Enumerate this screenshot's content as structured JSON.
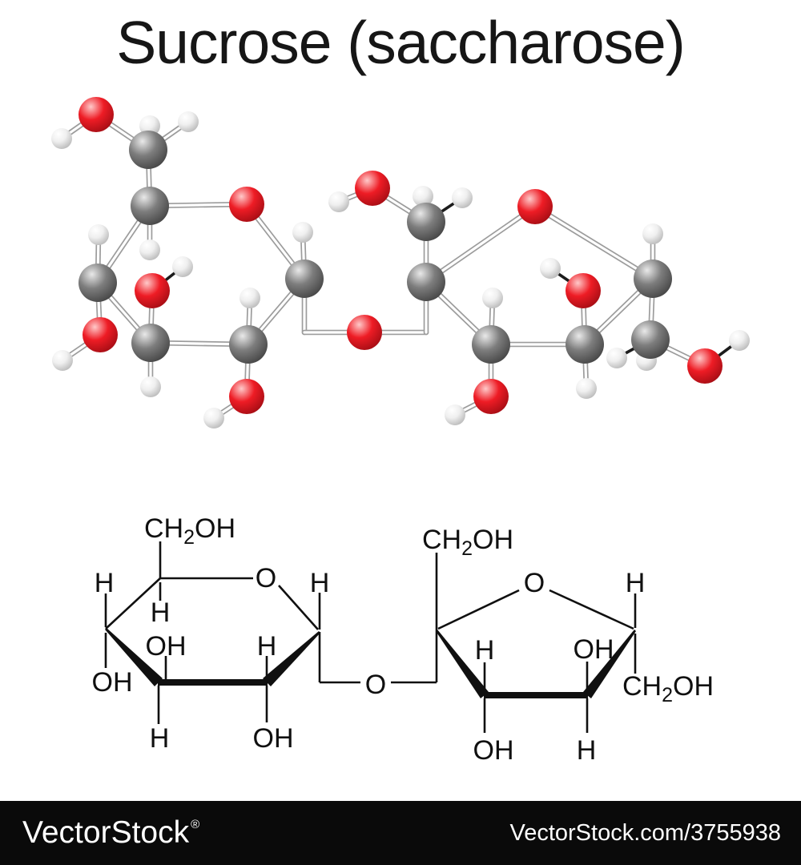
{
  "title": "Sucrose (saccharose)",
  "footer": {
    "brand": "VectorStock",
    "registered": "®",
    "credit": "VectorStock.com/3755938"
  },
  "colors": {
    "background": "#ffffff",
    "title_text": "#161616",
    "footer_bg": "#0a0a0a",
    "footer_text": "#ffffff",
    "formula_ink": "#101010",
    "bond_edge": "#9c9c9c",
    "bond_core": "#ffffff",
    "bond_dark": "#1c1c1c",
    "sphere": {
      "O": [
        "#ffc9c9",
        "#ee1c25",
        "#a50d14"
      ],
      "C": [
        "#e9e9e9",
        "#7d7d7d",
        "#454545"
      ],
      "H": [
        "#ffffff",
        "#efefef",
        "#b9b9b9"
      ]
    }
  },
  "model3d": {
    "radius": {
      "C": 24,
      "O": 22,
      "H": 13
    },
    "atoms": [
      [
        "H",
        77,
        173
      ],
      [
        "O",
        120,
        143
      ],
      [
        "H",
        187,
        157
      ],
      [
        "C",
        185,
        187
      ],
      [
        "H",
        235,
        152
      ],
      [
        "C",
        187,
        257
      ],
      [
        "H",
        187,
        312
      ],
      [
        "O",
        308,
        255
      ],
      [
        "H",
        123,
        293
      ],
      [
        "C",
        122,
        353
      ],
      [
        "O",
        125,
        418
      ],
      [
        "H",
        78,
        450
      ],
      [
        "H",
        228,
        333
      ],
      [
        "O",
        190,
        363
      ],
      [
        "C",
        188,
        428
      ],
      [
        "H",
        188,
        483
      ],
      [
        "H",
        312,
        372
      ],
      [
        "C",
        310,
        430
      ],
      [
        "O",
        308,
        495
      ],
      [
        "H",
        267,
        522
      ],
      [
        "H",
        378,
        290
      ],
      [
        "C",
        380,
        348
      ],
      [
        "O",
        455,
        415
      ],
      [
        "H",
        423,
        252
      ],
      [
        "O",
        465,
        235
      ],
      [
        "H",
        528,
        245
      ],
      [
        "C",
        532,
        277
      ],
      [
        "H",
        577,
        247
      ],
      [
        "C",
        532,
        352
      ],
      [
        "O",
        668,
        258
      ],
      [
        "H",
        615,
        372
      ],
      [
        "C",
        613,
        430
      ],
      [
        "O",
        613,
        495
      ],
      [
        "H",
        568,
        518
      ],
      [
        "H",
        687,
        335
      ],
      [
        "O",
        728,
        363
      ],
      [
        "C",
        730,
        430
      ],
      [
        "H",
        732,
        485
      ],
      [
        "H",
        815,
        292
      ],
      [
        "C",
        815,
        348
      ],
      [
        "H",
        807,
        450
      ],
      [
        "C",
        812,
        424
      ],
      [
        "H",
        770,
        447
      ],
      [
        "O",
        880,
        457
      ],
      [
        "H",
        923,
        425
      ]
    ],
    "bonds": [
      [
        77,
        173,
        120,
        143,
        "t"
      ],
      [
        120,
        143,
        185,
        187,
        "t"
      ],
      [
        185,
        187,
        235,
        152,
        "t"
      ],
      [
        185,
        187,
        187,
        257,
        "t"
      ],
      [
        187,
        257,
        187,
        312,
        "t"
      ],
      [
        187,
        257,
        308,
        255,
        "t"
      ],
      [
        308,
        255,
        380,
        348,
        "t"
      ],
      [
        122,
        353,
        187,
        257,
        "t"
      ],
      [
        122,
        353,
        123,
        293,
        "t"
      ],
      [
        122,
        353,
        125,
        418,
        "t"
      ],
      [
        125,
        418,
        78,
        450,
        "t"
      ],
      [
        122,
        353,
        188,
        428,
        "t"
      ],
      [
        190,
        363,
        188,
        428,
        "t"
      ],
      [
        228,
        333,
        190,
        363,
        "d"
      ],
      [
        188,
        428,
        188,
        483,
        "t"
      ],
      [
        188,
        428,
        310,
        430,
        "t"
      ],
      [
        310,
        430,
        312,
        372,
        "t"
      ],
      [
        310,
        430,
        308,
        495,
        "t"
      ],
      [
        308,
        495,
        267,
        522,
        "t"
      ],
      [
        310,
        430,
        380,
        348,
        "t"
      ],
      [
        380,
        348,
        378,
        290,
        "t"
      ],
      [
        380,
        348,
        380,
        415,
        "t"
      ],
      [
        380,
        415,
        455,
        415,
        "t"
      ],
      [
        455,
        415,
        532,
        415,
        "t"
      ],
      [
        532,
        415,
        532,
        352,
        "t"
      ],
      [
        532,
        352,
        532,
        277,
        "t"
      ],
      [
        532,
        277,
        465,
        235,
        "t"
      ],
      [
        465,
        235,
        423,
        252,
        "t"
      ],
      [
        532,
        277,
        577,
        247,
        "d"
      ],
      [
        532,
        352,
        668,
        258,
        "t"
      ],
      [
        668,
        258,
        815,
        348,
        "t"
      ],
      [
        532,
        352,
        613,
        430,
        "t"
      ],
      [
        613,
        430,
        615,
        372,
        "t"
      ],
      [
        613,
        430,
        613,
        495,
        "t"
      ],
      [
        613,
        495,
        568,
        518,
        "t"
      ],
      [
        613,
        430,
        730,
        430,
        "t"
      ],
      [
        730,
        430,
        732,
        485,
        "t"
      ],
      [
        730,
        430,
        728,
        363,
        "t"
      ],
      [
        728,
        363,
        687,
        335,
        "d"
      ],
      [
        730,
        430,
        815,
        348,
        "t"
      ],
      [
        815,
        348,
        815,
        292,
        "t"
      ],
      [
        815,
        348,
        812,
        424,
        "t"
      ],
      [
        812,
        424,
        770,
        447,
        "d"
      ],
      [
        812,
        424,
        880,
        457,
        "t"
      ],
      [
        880,
        457,
        923,
        425,
        "d"
      ]
    ]
  },
  "formula2d": {
    "font_size": 34,
    "sub_size": 25,
    "lines": [
      [
        200,
        676,
        200,
        722
      ],
      [
        200,
        722,
        316,
        722
      ],
      [
        348,
        731,
        397,
        786
      ],
      [
        200,
        722,
        132,
        785
      ],
      [
        132,
        741,
        132,
        783
      ],
      [
        200,
        727,
        200,
        750
      ],
      [
        132,
        790,
        132,
        834
      ],
      [
        207,
        819,
        207,
        849
      ],
      [
        333,
        819,
        333,
        849
      ],
      [
        198,
        856,
        198,
        904
      ],
      [
        333,
        856,
        333,
        902
      ],
      [
        399,
        740,
        399,
        786
      ],
      [
        399,
        789,
        399,
        852
      ],
      [
        399,
        852,
        450,
        852
      ],
      [
        488,
        852,
        545,
        852
      ],
      [
        545,
        852,
        545,
        690
      ],
      [
        547,
        785,
        648,
        737
      ],
      [
        686,
        737,
        791,
        785
      ],
      [
        793,
        741,
        793,
        784
      ],
      [
        605,
        827,
        605,
        864
      ],
      [
        733,
        826,
        733,
        864
      ],
      [
        605,
        872,
        605,
        915
      ],
      [
        733,
        872,
        733,
        915
      ],
      [
        793,
        791,
        793,
        841
      ]
    ],
    "thick_bars": [
      [
        197,
        852,
        334,
        852
      ],
      [
        604,
        868,
        734,
        868
      ]
    ],
    "wedges": [
      "133,784 131,786 193,857 203,847",
      "398,788 400,790 338,857 328,847",
      "546,786 544,788 600,872 610,864",
      "792,786 794,788 738,872 728,864"
    ],
    "labels": [
      [
        237,
        659,
        "CH2OH"
      ],
      [
        130,
        727,
        "H"
      ],
      [
        332,
        721,
        "O"
      ],
      [
        200,
        764,
        "H"
      ],
      [
        207,
        806,
        "OH"
      ],
      [
        333,
        806,
        "H"
      ],
      [
        140,
        851,
        "OH"
      ],
      [
        199,
        921,
        "H"
      ],
      [
        341,
        921,
        "OH"
      ],
      [
        399,
        727,
        "H"
      ],
      [
        469,
        854,
        "O"
      ],
      [
        584,
        673,
        "CH2OH"
      ],
      [
        667,
        727,
        "O"
      ],
      [
        793,
        727,
        "H"
      ],
      [
        605,
        811,
        "H"
      ],
      [
        741,
        810,
        "OH"
      ],
      [
        616,
        936,
        "OH"
      ],
      [
        732,
        936,
        "H"
      ],
      [
        834,
        856,
        "CH2OH"
      ]
    ]
  }
}
